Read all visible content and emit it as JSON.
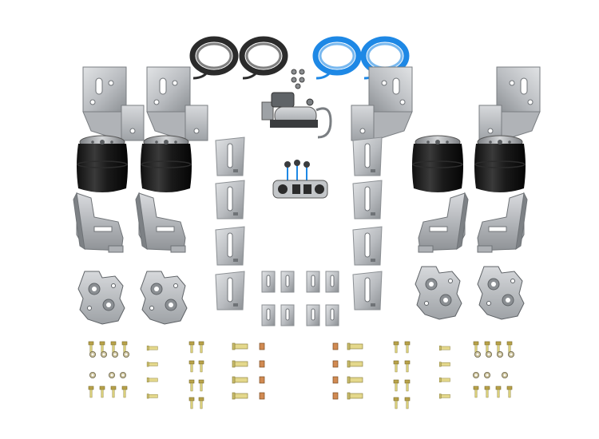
{
  "image": {
    "subject": "air-suspension-kit-parts-layout",
    "background": "#ffffff"
  },
  "colors": {
    "black_tubing": "#2b2b2b",
    "blue_tubing": "#1e88e5",
    "metal_light": "#cfd1d4",
    "metal_mid": "#a9acb0",
    "metal_dark": "#6f7377",
    "bag_black": "#1c1c1c",
    "brass": "#c9a646",
    "zinc": "#e4d88c",
    "nut_gray": "#8a8d90"
  },
  "parts": {
    "tubing_coils": [
      {
        "color": "black",
        "count": 2
      },
      {
        "color": "blue",
        "count": 2
      }
    ],
    "compressor": {
      "count": 1
    },
    "valve_panel": {
      "count": 1
    },
    "upper_brackets": {
      "count": 4
    },
    "air_bags": {
      "count": 4
    },
    "lower_cradles": {
      "count": 4
    },
    "axle_plates": {
      "count": 4
    },
    "slotted_plates": {
      "count": 16
    },
    "small_clips": {
      "count": 8
    },
    "hardware_groups": {
      "count": 12
    }
  }
}
